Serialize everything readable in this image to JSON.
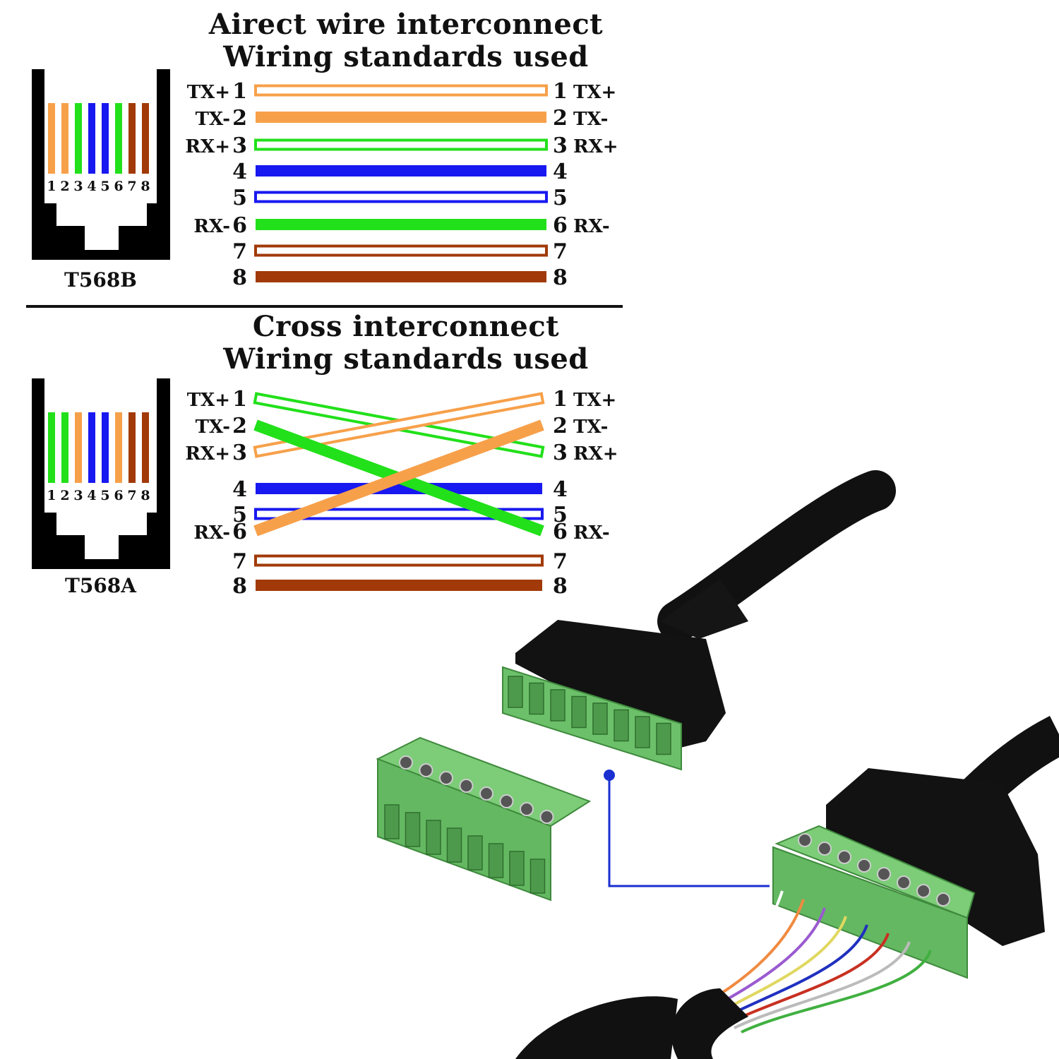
{
  "direct": {
    "title_line1": "Airect wire interconnect",
    "title_line2": "Wiring standards used",
    "jack_label": "T568B",
    "jack_colors": [
      "#f7a04a",
      "#f7a04a",
      "#22e01a",
      "#1818f0",
      "#1818f0",
      "#22e01a",
      "#a13a08",
      "#a13a08"
    ],
    "wires": [
      {
        "pin": "1",
        "left_signal": "TX+",
        "right_pin": "1",
        "right_signal": "TX+",
        "color": "#f7a04a",
        "style": "outline"
      },
      {
        "pin": "2",
        "left_signal": "TX-",
        "right_pin": "2",
        "right_signal": "TX-",
        "color": "#f7a04a",
        "style": "solid"
      },
      {
        "pin": "3",
        "left_signal": "RX+",
        "right_pin": "3",
        "right_signal": "RX+",
        "color": "#22e01a",
        "style": "outline"
      },
      {
        "pin": "4",
        "left_signal": "",
        "right_pin": "4",
        "right_signal": "",
        "color": "#1818f0",
        "style": "solid"
      },
      {
        "pin": "5",
        "left_signal": "",
        "right_pin": "5",
        "right_signal": "",
        "color": "#1818f0",
        "style": "outline"
      },
      {
        "pin": "6",
        "left_signal": "RX-",
        "right_pin": "6",
        "right_signal": "RX-",
        "color": "#22e01a",
        "style": "solid"
      },
      {
        "pin": "7",
        "left_signal": "",
        "right_pin": "7",
        "right_signal": "",
        "color": "#a13a08",
        "style": "outline"
      },
      {
        "pin": "8",
        "left_signal": "",
        "right_pin": "8",
        "right_signal": "",
        "color": "#a13a08",
        "style": "solid"
      }
    ]
  },
  "cross": {
    "title_line1": "Cross interconnect",
    "title_line2": "Wiring standards used",
    "jack_label": "T568A",
    "jack_colors": [
      "#22e01a",
      "#22e01a",
      "#f7a04a",
      "#1818f0",
      "#1818f0",
      "#f7a04a",
      "#a13a08",
      "#a13a08"
    ],
    "wires": [
      {
        "pin": "1",
        "left_signal": "TX+",
        "right_pin": "1",
        "right_signal": "TX+",
        "color": "#22e01a",
        "style": "outline",
        "to": 3
      },
      {
        "pin": "2",
        "left_signal": "TX-",
        "right_pin": "2",
        "right_signal": "TX-",
        "color": "#22e01a",
        "style": "solid",
        "to": 6
      },
      {
        "pin": "3",
        "left_signal": "RX+",
        "right_pin": "3",
        "right_signal": "RX+",
        "color": "#f7a04a",
        "style": "outline",
        "to": 1
      },
      {
        "pin": "4",
        "left_signal": "",
        "right_pin": "4",
        "right_signal": "",
        "color": "#1818f0",
        "style": "solid",
        "to": 4
      },
      {
        "pin": "5",
        "left_signal": "",
        "right_pin": "5",
        "right_signal": "",
        "color": "#1818f0",
        "style": "outline",
        "to": 5
      },
      {
        "pin": "6",
        "left_signal": "RX-",
        "right_pin": "6",
        "right_signal": "RX-",
        "color": "#f7a04a",
        "style": "solid",
        "to": 2
      },
      {
        "pin": "7",
        "left_signal": "",
        "right_pin": "7",
        "right_signal": "",
        "color": "#a13a08",
        "style": "outline",
        "to": 7
      },
      {
        "pin": "8",
        "left_signal": "",
        "right_pin": "8",
        "right_signal": "",
        "color": "#a13a08",
        "style": "solid",
        "to": 8
      }
    ]
  },
  "jack_pin_numbers": "12345678",
  "product": {
    "terminal_color": "#6cc06a",
    "housing_color": "#111111",
    "callout_color": "#1a2fd0",
    "pin_count": 8,
    "cable_wire_colors": [
      "#ffffff",
      "#f08a40",
      "#9a5ad0",
      "#e0d860",
      "#2030c0",
      "#c83020",
      "#bbbbbb",
      "#40b040"
    ]
  }
}
